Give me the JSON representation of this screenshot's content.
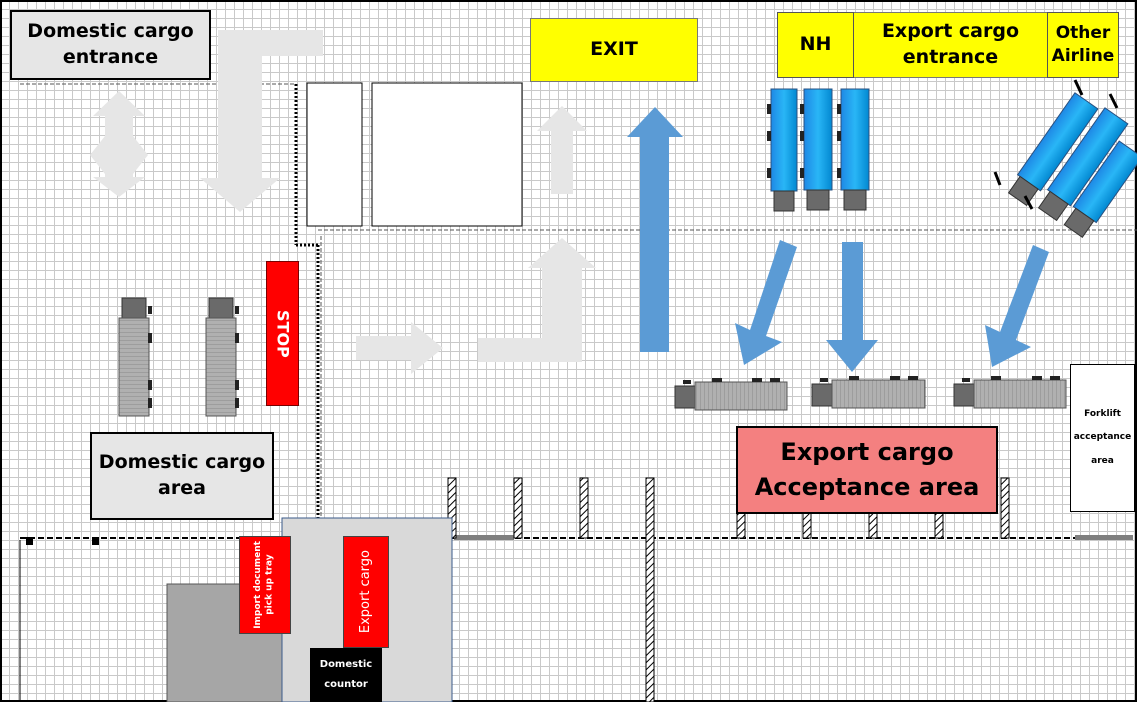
{
  "labels": {
    "domestic_entrance": "Domestic cargo\nentrance",
    "exit": "EXIT",
    "nh": "NH",
    "export_entrance": "Export cargo\nentrance",
    "other_airline": "Other\nAirline",
    "stop": "STOP",
    "domestic_area": "Domestic cargo\narea",
    "export_acceptance": "Export cargo\nAcceptance area",
    "forklift": "Forklift\nacceptance\narea",
    "import_tray": "Import document\npick up tray",
    "export_cargo": "Export cargo",
    "domestic_counter": "Domestic\ncountor"
  },
  "colors": {
    "yellow": "#ffff00",
    "red": "#ff0000",
    "pink": "#f48080",
    "blue_arrow": "#5b9bd5",
    "truck_blue": "#00b0f0",
    "grey_arrow": "#e6e6e6",
    "grey_truck": "#a6a6a6"
  },
  "icons": {
    "grey_arrows": "flow-arrow-icon",
    "blue_arrows": "flow-arrow-icon",
    "trucks": "truck-icon"
  }
}
